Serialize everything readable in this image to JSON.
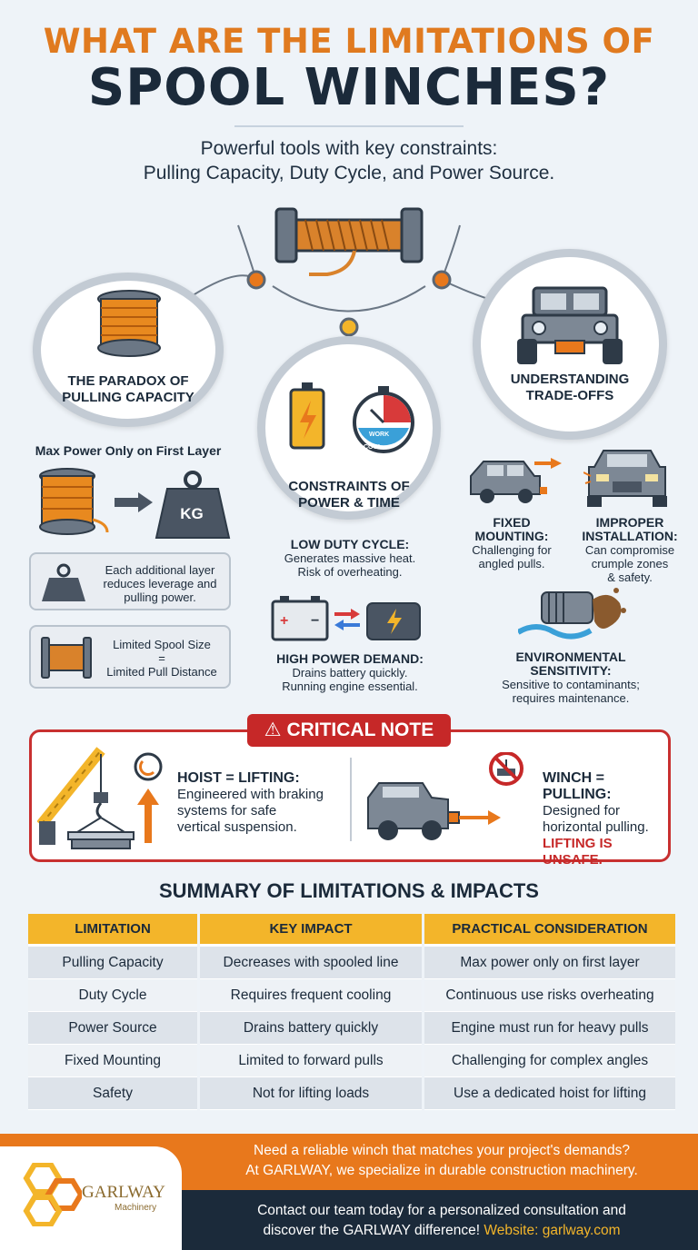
{
  "title": {
    "line1": "WHAT ARE THE LIMITATIONS OF",
    "line2": "SPOOL WINCHES?"
  },
  "subtitle": {
    "line1": "Powerful tools with key constraints:",
    "line2": "Pulling Capacity, Duty Cycle, and Power Source."
  },
  "paradox": {
    "heading_l1": "THE PARADOX OF",
    "heading_l2": "PULLING CAPACITY",
    "caption": "Max Power Only on First Layer",
    "weight_label": "KG",
    "layer_note": [
      "Each additional layer",
      "reduces leverage and",
      "pulling power."
    ],
    "spool_note": [
      "Limited Spool Size",
      "=",
      "Limited Pull Distance"
    ]
  },
  "constraints": {
    "heading_l1": "CONSTRAINTS OF",
    "heading_l2": "POWER & TIME",
    "gauge_work": "WORK",
    "gauge_cool": "COOL",
    "duty_title": "LOW DUTY CYCLE:",
    "duty_l1": "Generates massive heat.",
    "duty_l2": "Risk of overheating.",
    "power_title": "HIGH POWER DEMAND:",
    "power_l1": "Drains battery quickly.",
    "power_l2": "Running engine essential."
  },
  "tradeoffs": {
    "heading_l1": "UNDERSTANDING",
    "heading_l2": "TRADE-OFFS",
    "fixed_t1": "FIXED",
    "fixed_t2": "MOUNTING:",
    "fixed_l1": "Challenging for",
    "fixed_l2": "angled pulls.",
    "improper_t1": "IMPROPER",
    "improper_t2": "INSTALLATION:",
    "improper_l1": "Can compromise",
    "improper_l2": "crumple zones",
    "improper_l3": "& safety.",
    "env_t1": "ENVIRONMENTAL",
    "env_t2": "SENSITIVITY:",
    "env_l1": "Sensitive to contaminants;",
    "env_l2": "requires maintenance."
  },
  "critical": {
    "badge": "CRITICAL NOTE",
    "hoist_title": "HOIST = LIFTING:",
    "hoist_l1": "Engineered with braking",
    "hoist_l2": "systems for safe",
    "hoist_l3": "vertical suspension.",
    "winch_title": "WINCH = PULLING:",
    "winch_l1": "Designed for",
    "winch_l2": "horizontal pulling.",
    "winch_warning": "LIFTING IS UNSAFE."
  },
  "summary": {
    "title": "SUMMARY OF LIMITATIONS & IMPACTS",
    "headers": [
      "LIMITATION",
      "KEY IMPACT",
      "PRACTICAL CONSIDERATION"
    ],
    "rows": [
      [
        "Pulling Capacity",
        "Decreases with spooled line",
        "Max power only on first layer"
      ],
      [
        "Duty Cycle",
        "Requires frequent cooling",
        "Continuous use risks overheating"
      ],
      [
        "Power Source",
        "Drains battery quickly",
        "Engine must run for heavy pulls"
      ],
      [
        "Fixed Mounting",
        "Limited to forward pulls",
        "Challenging for complex angles"
      ],
      [
        "Safety",
        "Not for lifting loads",
        "Use a dedicated hoist for lifting"
      ]
    ]
  },
  "footer": {
    "logo_name": "GARLWAY",
    "logo_sub": "Machinery",
    "cta_l1": "Need a reliable winch that matches your project's demands?",
    "cta_l2": "At GARLWAY, we specialize in durable construction machinery.",
    "contact_l1": "Contact our team today for a personalized consultation and",
    "contact_l2": "discover the GARLWAY difference!",
    "website": "Website: garlway.com"
  },
  "colors": {
    "accent_orange": "#e07a1f",
    "navy": "#1b2a3a",
    "gold": "#f3b52a",
    "danger_red": "#c62828"
  }
}
